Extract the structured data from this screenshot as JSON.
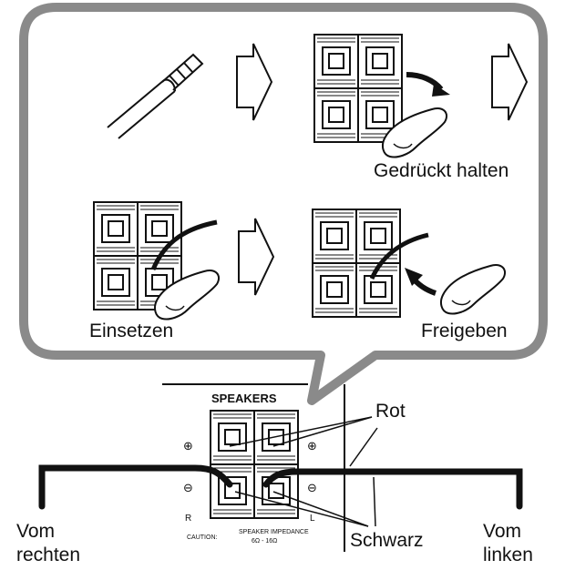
{
  "labels": {
    "press_hold": "Gedrückt halten",
    "insert": "Einsetzen",
    "release": "Freigeben",
    "speakers": "SPEAKERS",
    "red": "Rot",
    "black": "Schwarz",
    "from_right_1": "Vom",
    "from_right_2": "rechten",
    "from_left_1": "Vom",
    "from_left_2": "linken",
    "ch_right": "R",
    "ch_left": "L",
    "plus": "⊕",
    "minus": "⊖",
    "caution": "CAUTION:",
    "impedance_1": "SPEAKER IMPEDANCE",
    "impedance_2": "6Ω - 16Ω"
  },
  "colors": {
    "line": "#111111",
    "panel_fill": "#ffffff",
    "panel_stroke": "#8a8a8a"
  }
}
